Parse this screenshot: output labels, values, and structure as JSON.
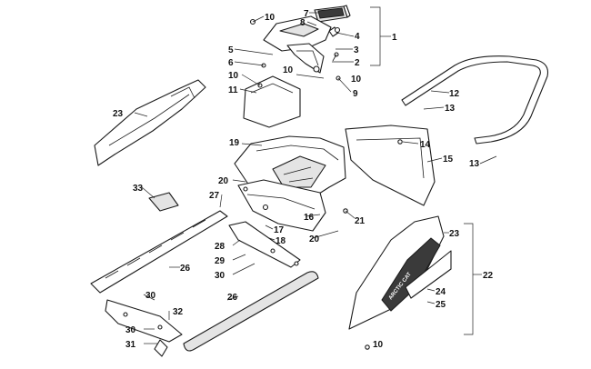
{
  "diagram": {
    "callouts": [
      {
        "id": "c1",
        "text": "1"
      },
      {
        "id": "c2",
        "text": "2"
      },
      {
        "id": "c3",
        "text": "3"
      },
      {
        "id": "c4",
        "text": "4"
      },
      {
        "id": "c5",
        "text": "5"
      },
      {
        "id": "c6",
        "text": "6"
      },
      {
        "id": "c7",
        "text": "7"
      },
      {
        "id": "c8",
        "text": "8"
      },
      {
        "id": "c9",
        "text": "9"
      },
      {
        "id": "c10a",
        "text": "10"
      },
      {
        "id": "c10b",
        "text": "10"
      },
      {
        "id": "c10c",
        "text": "10"
      },
      {
        "id": "c10d",
        "text": "10"
      },
      {
        "id": "c10e",
        "text": "10"
      },
      {
        "id": "c11",
        "text": "11"
      },
      {
        "id": "c12",
        "text": "12"
      },
      {
        "id": "c13a",
        "text": "13"
      },
      {
        "id": "c13b",
        "text": "13"
      },
      {
        "id": "c14",
        "text": "14"
      },
      {
        "id": "c15",
        "text": "15"
      },
      {
        "id": "c16",
        "text": "16"
      },
      {
        "id": "c17",
        "text": "17"
      },
      {
        "id": "c18",
        "text": "18"
      },
      {
        "id": "c19",
        "text": "19"
      },
      {
        "id": "c20a",
        "text": "20"
      },
      {
        "id": "c20b",
        "text": "20"
      },
      {
        "id": "c21",
        "text": "21"
      },
      {
        "id": "c22",
        "text": "22"
      },
      {
        "id": "c23a",
        "text": "23"
      },
      {
        "id": "c23b",
        "text": "23"
      },
      {
        "id": "c24",
        "text": "24"
      },
      {
        "id": "c25",
        "text": "25"
      },
      {
        "id": "c26a",
        "text": "26"
      },
      {
        "id": "c26b",
        "text": "26"
      },
      {
        "id": "c27",
        "text": "27"
      },
      {
        "id": "c28",
        "text": "28"
      },
      {
        "id": "c29",
        "text": "29"
      },
      {
        "id": "c30a",
        "text": "30"
      },
      {
        "id": "c30b",
        "text": "30"
      },
      {
        "id": "c30c",
        "text": "30"
      },
      {
        "id": "c31",
        "text": "31"
      },
      {
        "id": "c32",
        "text": "32"
      },
      {
        "id": "c33",
        "text": "33"
      }
    ],
    "decal_text": "ARCTIC CAT"
  }
}
